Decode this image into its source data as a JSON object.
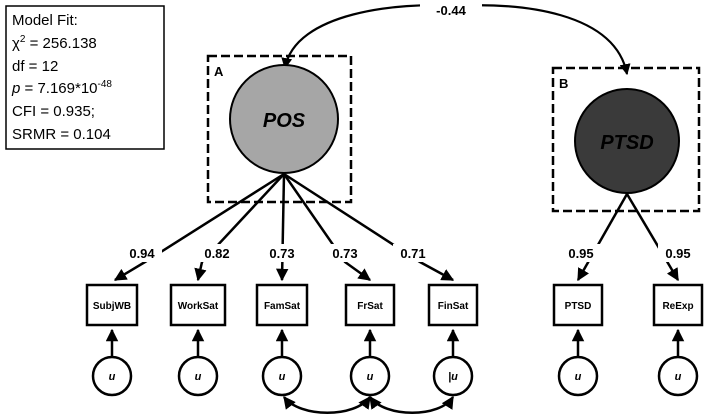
{
  "model_fit": {
    "title": "Model Fit:",
    "chi_prefix": "χ",
    "chi_sup": "2",
    "chi_value": " = 256.138",
    "df": "df = 12",
    "p_symbol": "p",
    "p_value": " = 7.169*10",
    "p_exp": "-48",
    "cfi": "CFI = 0.935;",
    "srmr": "SRMR = 0.104"
  },
  "correlation": "-0.44",
  "panels": {
    "a": {
      "label": "A",
      "latent": "POS"
    },
    "b": {
      "label": "B",
      "latent": "PTSD"
    }
  },
  "indicators": [
    {
      "label": "SubjWB",
      "loading": "0.94",
      "error": "u"
    },
    {
      "label": "WorkSat",
      "loading": "0.82",
      "error": "u"
    },
    {
      "label": "FamSat",
      "loading": "0.73",
      "error": "u"
    },
    {
      "label": "FrSat",
      "loading": "0.73",
      "error": "u"
    },
    {
      "label": "FinSat",
      "loading": "0.71",
      "error": "|u"
    },
    {
      "label": "PTSD",
      "loading": "0.95",
      "error": "u"
    },
    {
      "label": "ReExp",
      "loading": "0.95",
      "error": "u"
    }
  ],
  "colors": {
    "pos_fill": "#a6a6a6",
    "ptsd_fill": "#3a3a3a",
    "line": "#000000"
  }
}
